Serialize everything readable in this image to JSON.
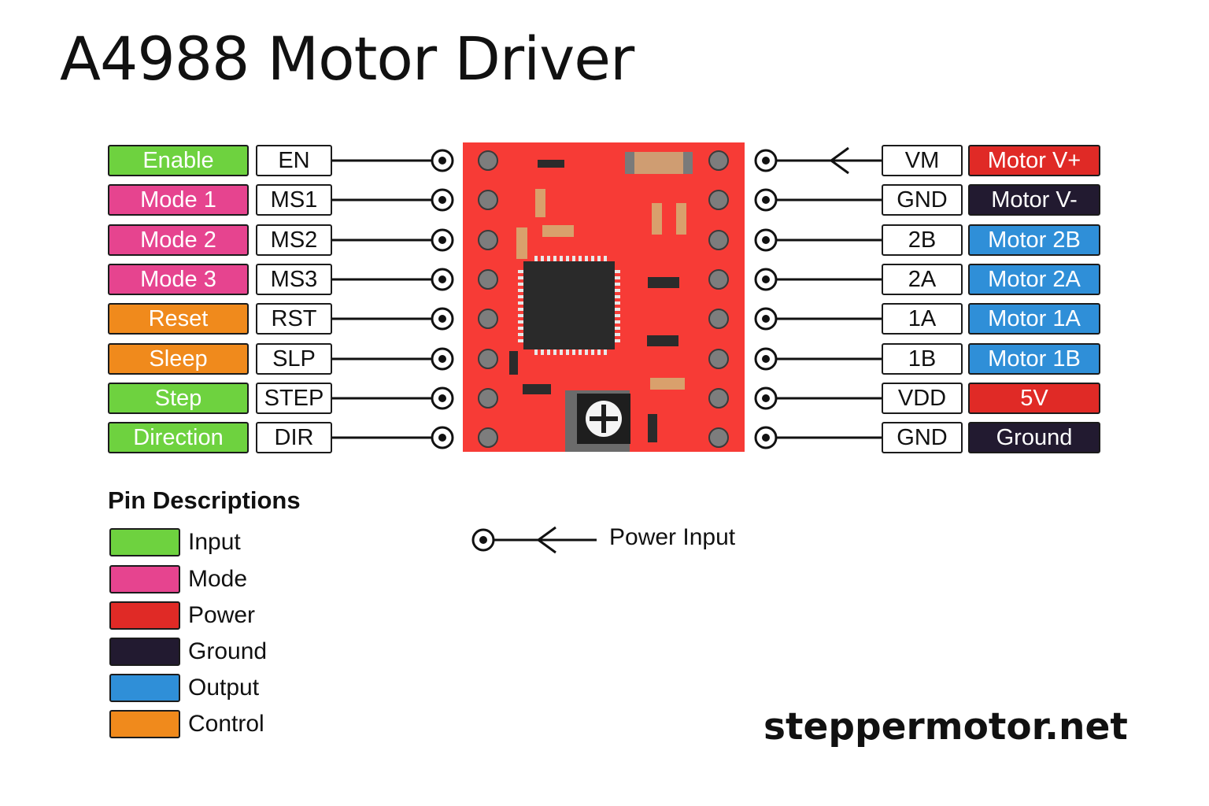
{
  "title": "A4988 Motor Driver",
  "left_pins": [
    {
      "name": "Enable",
      "abbr": "EN",
      "category": "Input"
    },
    {
      "name": "Mode 1",
      "abbr": "MS1",
      "category": "Mode"
    },
    {
      "name": "Mode 2",
      "abbr": "MS2",
      "category": "Mode"
    },
    {
      "name": "Mode 3",
      "abbr": "MS3",
      "category": "Mode"
    },
    {
      "name": "Reset",
      "abbr": "RST",
      "category": "Control"
    },
    {
      "name": "Sleep",
      "abbr": "SLP",
      "category": "Control"
    },
    {
      "name": "Step",
      "abbr": "STEP",
      "category": "Input"
    },
    {
      "name": "Direction",
      "abbr": "DIR",
      "category": "Input"
    }
  ],
  "right_pins": [
    {
      "name": "Motor V+",
      "abbr": "VM",
      "category": "Power",
      "power_input": true
    },
    {
      "name": "Motor V-",
      "abbr": "GND",
      "category": "Ground",
      "power_input": false
    },
    {
      "name": "Motor 2B",
      "abbr": "2B",
      "category": "Output",
      "power_input": false
    },
    {
      "name": "Motor 2A",
      "abbr": "2A",
      "category": "Output",
      "power_input": false
    },
    {
      "name": "Motor 1A",
      "abbr": "1A",
      "category": "Output",
      "power_input": false
    },
    {
      "name": "Motor 1B",
      "abbr": "1B",
      "category": "Output",
      "power_input": false
    },
    {
      "name": "5V",
      "abbr": "VDD",
      "category": "Power",
      "power_input": false
    },
    {
      "name": "Ground",
      "abbr": "GND",
      "category": "Ground",
      "power_input": false
    }
  ],
  "legend": {
    "title": "Pin Descriptions",
    "items": [
      {
        "label": "Input",
        "color": "#6ed23f"
      },
      {
        "label": "Mode",
        "color": "#e6448f"
      },
      {
        "label": "Power",
        "color": "#e02a26"
      },
      {
        "label": "Ground",
        "color": "#221a30"
      },
      {
        "label": "Output",
        "color": "#2f8fd8"
      },
      {
        "label": "Control",
        "color": "#f08a1c"
      }
    ]
  },
  "power_note": "Power Input",
  "colors": {
    "Input": "#6ed23f",
    "Mode": "#e6448f",
    "Power": "#e02a26",
    "Ground": "#221a30",
    "Output": "#2f8fd8",
    "Control": "#f08a1c",
    "board": "#f73b36",
    "chip": "#2a2a2a"
  },
  "footer": "steppermotor.net"
}
